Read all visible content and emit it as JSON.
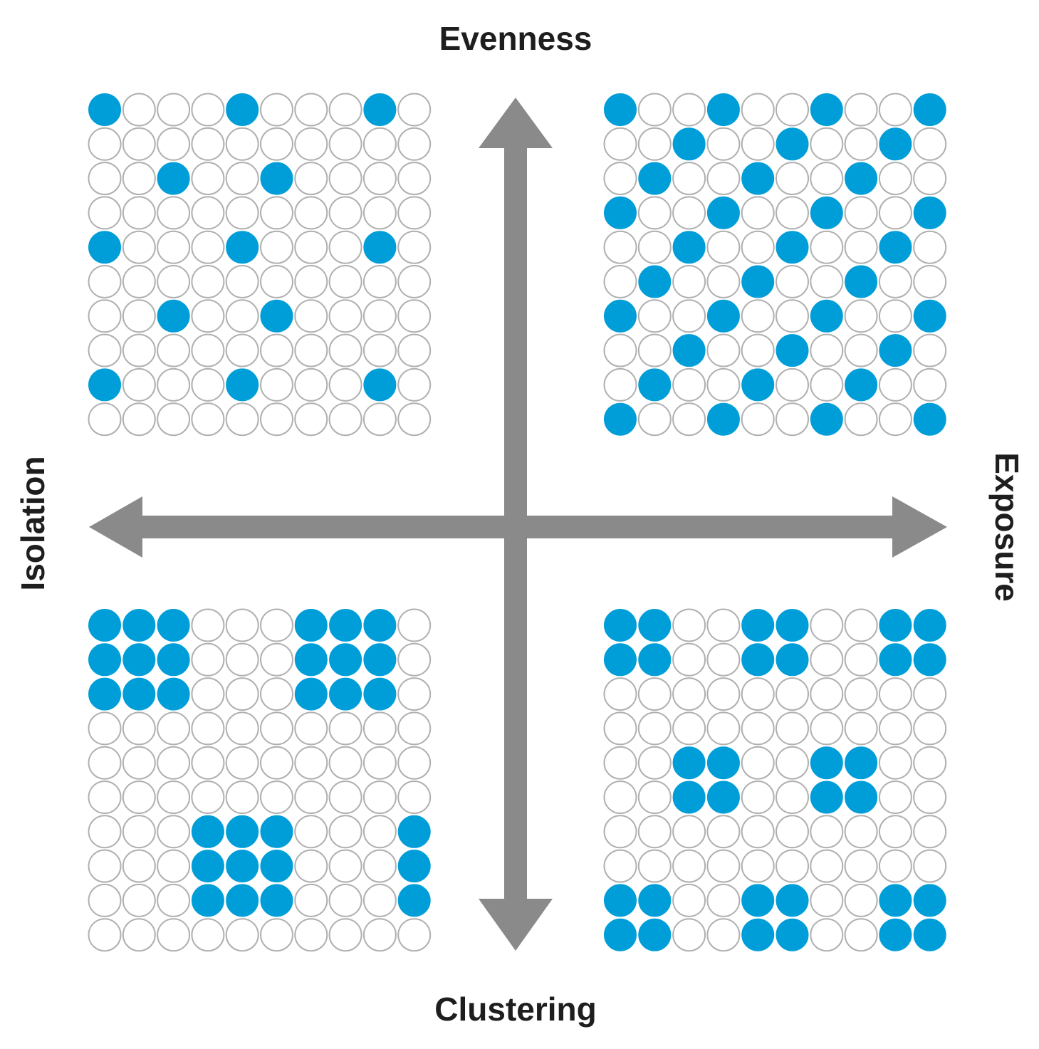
{
  "labels": {
    "top": "Evenness",
    "bottom": "Clustering",
    "left": "Isolation",
    "right": "Exposure"
  },
  "colors": {
    "filled": "#009ed8",
    "empty_stroke": "#b0b0b0",
    "arrow": "#8a8a8a"
  },
  "panels": [
    {
      "id": "top-left",
      "description_key": "low-evenness-isolation",
      "rows": [
        "1000100010",
        "0000000000",
        "0010010000",
        "0000000000",
        "1000100010",
        "0000000000",
        "0010010000",
        "0000000000",
        "1000100010",
        "0000000000"
      ]
    },
    {
      "id": "top-right",
      "description_key": "evenness-exposure",
      "rows": [
        "1001001001",
        "0010010010",
        "0100100100",
        "1001001001",
        "0010010010",
        "0100100100",
        "1001001001",
        "0010010010",
        "0100100100",
        "1001001001"
      ]
    },
    {
      "id": "bottom-left",
      "description_key": "clustering-isolation",
      "rows": [
        "1110001110",
        "1110001110",
        "1110001110",
        "0000000000",
        "0000000000",
        "0000000000",
        "0001110001",
        "0001110001",
        "0001110001",
        "0000000000"
      ]
    },
    {
      "id": "bottom-right",
      "description_key": "clustering-exposure",
      "rows": [
        "1100110011",
        "1100110011",
        "0000000000",
        "0000000000",
        "0011001100",
        "0011001100",
        "0000000000",
        "0000000000",
        "1100110011",
        "1100110011"
      ]
    }
  ]
}
